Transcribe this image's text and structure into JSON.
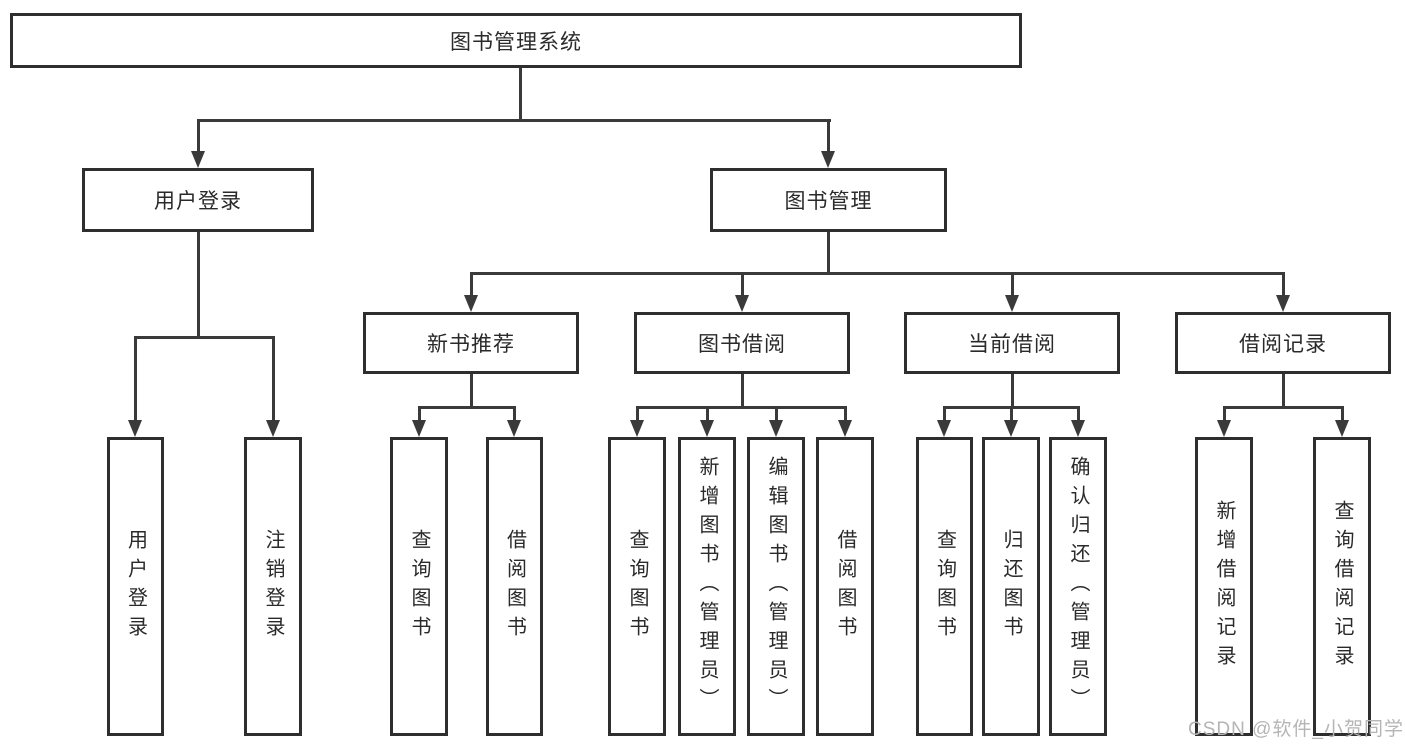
{
  "diagram": {
    "root": {
      "label": "图书管理系统"
    },
    "level2": [
      {
        "label": "用户登录"
      },
      {
        "label": "图书管理"
      }
    ],
    "level3": [
      {
        "label": "新书推荐"
      },
      {
        "label": "图书借阅"
      },
      {
        "label": "当前借阅"
      },
      {
        "label": "借阅记录"
      }
    ],
    "leaves": {
      "user_login": [
        {
          "label": "用户登录"
        },
        {
          "label": "注销登录"
        }
      ],
      "new_book": [
        {
          "label": "查询图书"
        },
        {
          "label": "借阅图书"
        }
      ],
      "book_borrow": [
        {
          "label": "查询图书"
        },
        {
          "label": "新增图书（管理员）"
        },
        {
          "label": "编辑图书（管理员）"
        },
        {
          "label": "借阅图书"
        }
      ],
      "current_borrow": [
        {
          "label": "查询图书"
        },
        {
          "label": "归还图书"
        },
        {
          "label": "确认归还（管理员）"
        }
      ],
      "borrow_record": [
        {
          "label": "新增借阅记录"
        },
        {
          "label": "查询借阅记录"
        }
      ]
    }
  },
  "watermark": {
    "text": "CSDN @软件_小贺同学"
  },
  "colors": {
    "line": "#3a3a3a",
    "box_border": "#2e2e2e",
    "text": "#2a2a2a",
    "watermark": "#b5b5b5",
    "background": "#ffffff"
  }
}
